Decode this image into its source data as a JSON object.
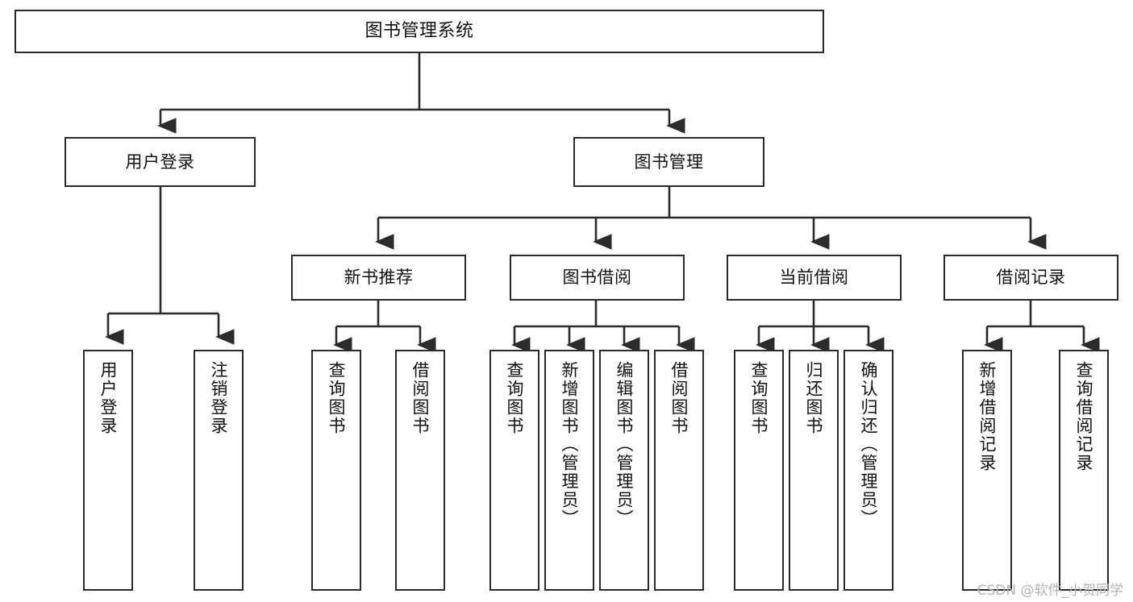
{
  "diagram": {
    "title": "图书管理系统",
    "type": "tree-hierarchy-chart",
    "watermark": "CSDN @软件_小贺同学",
    "colors": {
      "box_border": "#2b2b2b",
      "box_fill": "#ffffff",
      "connector": "#2b2b2b",
      "text": "#111111",
      "watermark": "#b4b4b4"
    },
    "root": {
      "label": "图书管理系统"
    },
    "level2": [
      {
        "label": "用户登录"
      },
      {
        "label": "图书管理"
      }
    ],
    "level3": [
      {
        "label": "新书推荐"
      },
      {
        "label": "图书借阅"
      },
      {
        "label": "当前借阅"
      },
      {
        "label": "借阅记录"
      }
    ],
    "leaves": {
      "user_login": [
        {
          "label": "用户登录"
        },
        {
          "label": "注销登录"
        }
      ],
      "new_book_recommend": [
        {
          "label": "查询图书"
        },
        {
          "label": "借阅图书"
        }
      ],
      "book_borrow": [
        {
          "label": "查询图书"
        },
        {
          "label": "新增图书（管理员）"
        },
        {
          "label": "编辑图书（管理员）"
        },
        {
          "label": "借阅图书"
        }
      ],
      "current_borrow": [
        {
          "label": "查询图书"
        },
        {
          "label": "归还图书"
        },
        {
          "label": "确认归还（管理员）"
        }
      ],
      "borrow_record": [
        {
          "label": "新增借阅记录"
        },
        {
          "label": "查询借阅记录"
        }
      ]
    }
  }
}
